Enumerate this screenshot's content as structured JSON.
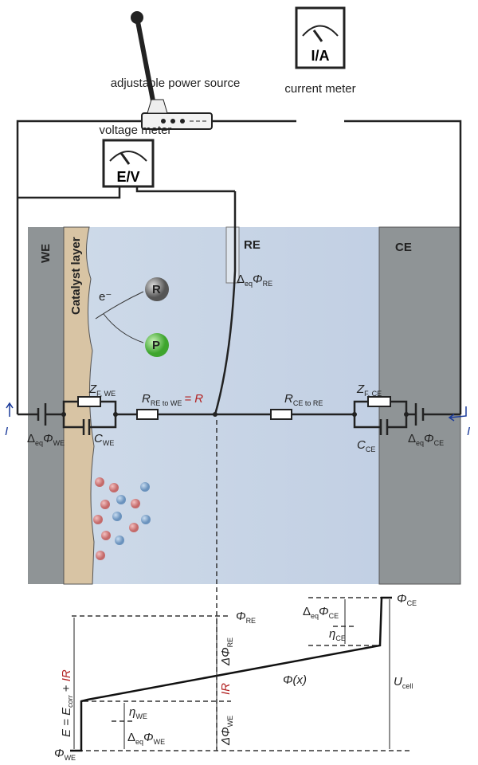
{
  "instruments": {
    "power_source": "adjustable power source",
    "current_meter": "current meter",
    "current_meter_display": "I/A",
    "voltage_meter": "voltage meter",
    "voltage_meter_display": "E/V"
  },
  "cell": {
    "we": "WE",
    "re": "RE",
    "ce": "CE",
    "catalyst_layer": "Catalyst layer",
    "electron": "e⁻",
    "reactant": "R",
    "product": "P",
    "re_potential": {
      "sym": "Δ",
      "sub1": "eq",
      "phi": "Φ",
      "sub2": "RE"
    }
  },
  "circuit": {
    "current": "I",
    "z_we": {
      "sym": "Z",
      "sub": "F, WE"
    },
    "z_ce": {
      "sym": "Z",
      "sub": "F, CE"
    },
    "r_re_we": {
      "sym": "R",
      "sub": "RE to WE",
      "eq": "= R"
    },
    "r_ce_re": {
      "sym": "R",
      "sub": "CE to RE"
    },
    "c_we": {
      "sym": "C",
      "sub": "WE"
    },
    "c_ce": {
      "sym": "C",
      "sub": "CE"
    },
    "eq_we": {
      "sym": "Δ",
      "sub1": "eq",
      "phi": "Φ",
      "sub2": "WE"
    },
    "eq_ce": {
      "sym": "Δ",
      "sub1": "eq",
      "phi": "Φ",
      "sub2": "CE"
    }
  },
  "potential_profile": {
    "phi_we": {
      "sym": "Φ",
      "sub": "WE"
    },
    "phi_re": {
      "sym": "Φ",
      "sub": "RE"
    },
    "phi_ce": {
      "sym": "Φ",
      "sub": "CE"
    },
    "phi_x": "Φ(x)",
    "e_label": {
      "a": "E = E",
      "sub": "corr",
      "b": " + ",
      "c": "IR"
    },
    "d_phi_re": {
      "sym": "ΔΦ",
      "sub": "RE"
    },
    "d_phi_we": {
      "sym": "ΔΦ",
      "sub": "WE"
    },
    "ir": "IR",
    "eta_we": {
      "sym": "η",
      "sub": "WE"
    },
    "eta_ce": {
      "sym": "η",
      "sub": "CE"
    },
    "deq_we": {
      "sym": "Δ",
      "sub1": "eq",
      "phi": "Φ",
      "sub2": "WE"
    },
    "deq_ce": {
      "sym": "Δ",
      "sub1": "eq",
      "phi": "Φ",
      "sub2": "CE"
    },
    "u_cell": {
      "sym": "U",
      "sub": "cell"
    }
  },
  "colors": {
    "electrolyte": "#c9d6e8",
    "electrode": "#8f9496",
    "catalyst": "#d8c4a4",
    "product": "#5cc04a",
    "reactant": "#8a8a8a",
    "red": "#b22222",
    "blue": "#1a3a9a"
  }
}
